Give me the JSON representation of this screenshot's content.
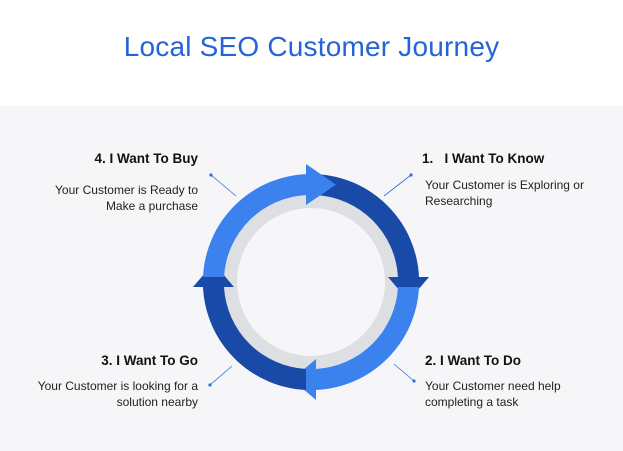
{
  "title": "Local SEO Customer Journey",
  "colors": {
    "title": "#2563d9",
    "panel_background": "#f6f6f8",
    "ring_light_blue": "#3b82ee",
    "ring_dark_blue": "#1a4aa8",
    "inner_ring": "#dedfe3",
    "connector": "#2f6fd8"
  },
  "stages": [
    {
      "heading": "1.   I Want To Know",
      "description_lines": [
        "Your Customer is Exploring or",
        "Researching"
      ]
    },
    {
      "heading": "2. I Want To Do",
      "description_lines": [
        "Your Customer need help",
        "completing a task"
      ]
    },
    {
      "heading": "3. I Want To Go",
      "description_lines": [
        "Your Customer is looking for a",
        "solution nearby"
      ]
    },
    {
      "heading": "4. I Want To Buy",
      "description_lines": [
        "Your Customer is Ready to",
        "Make a purchase"
      ]
    }
  ]
}
